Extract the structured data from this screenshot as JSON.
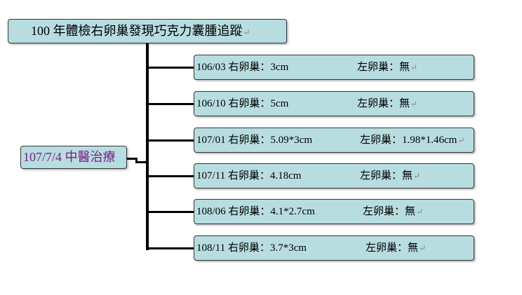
{
  "title": "100 年體檢右卵巢發現巧克力囊腫追蹤",
  "treatment": "107/7/4 中醫治療",
  "return_mark": "↵",
  "records": [
    {
      "date": "106/03",
      "right": "右卵巢：3cm",
      "left": "左卵巢：無"
    },
    {
      "date": "106/10",
      "right": "右卵巢：5cm",
      "left": "左卵巢：無"
    },
    {
      "date": "107/01",
      "right": "右卵巢：5.09*3cm",
      "left": "左卵巢：1.98*1.46cm"
    },
    {
      "date": "107/11",
      "right": "右卵巢：4.18cm",
      "left": "左卵巢：無"
    },
    {
      "date": "108/06",
      "right": "右卵巢：4.1*2.7cm",
      "left": "左卵巢：無"
    },
    {
      "date": "108/11",
      "right": "右卵巢：3.7*3cm",
      "left": "左卵巢：無"
    }
  ],
  "colors": {
    "box_fill": "#b7dde0",
    "treatment_text": "#7a1f86",
    "connector": "#000000"
  }
}
